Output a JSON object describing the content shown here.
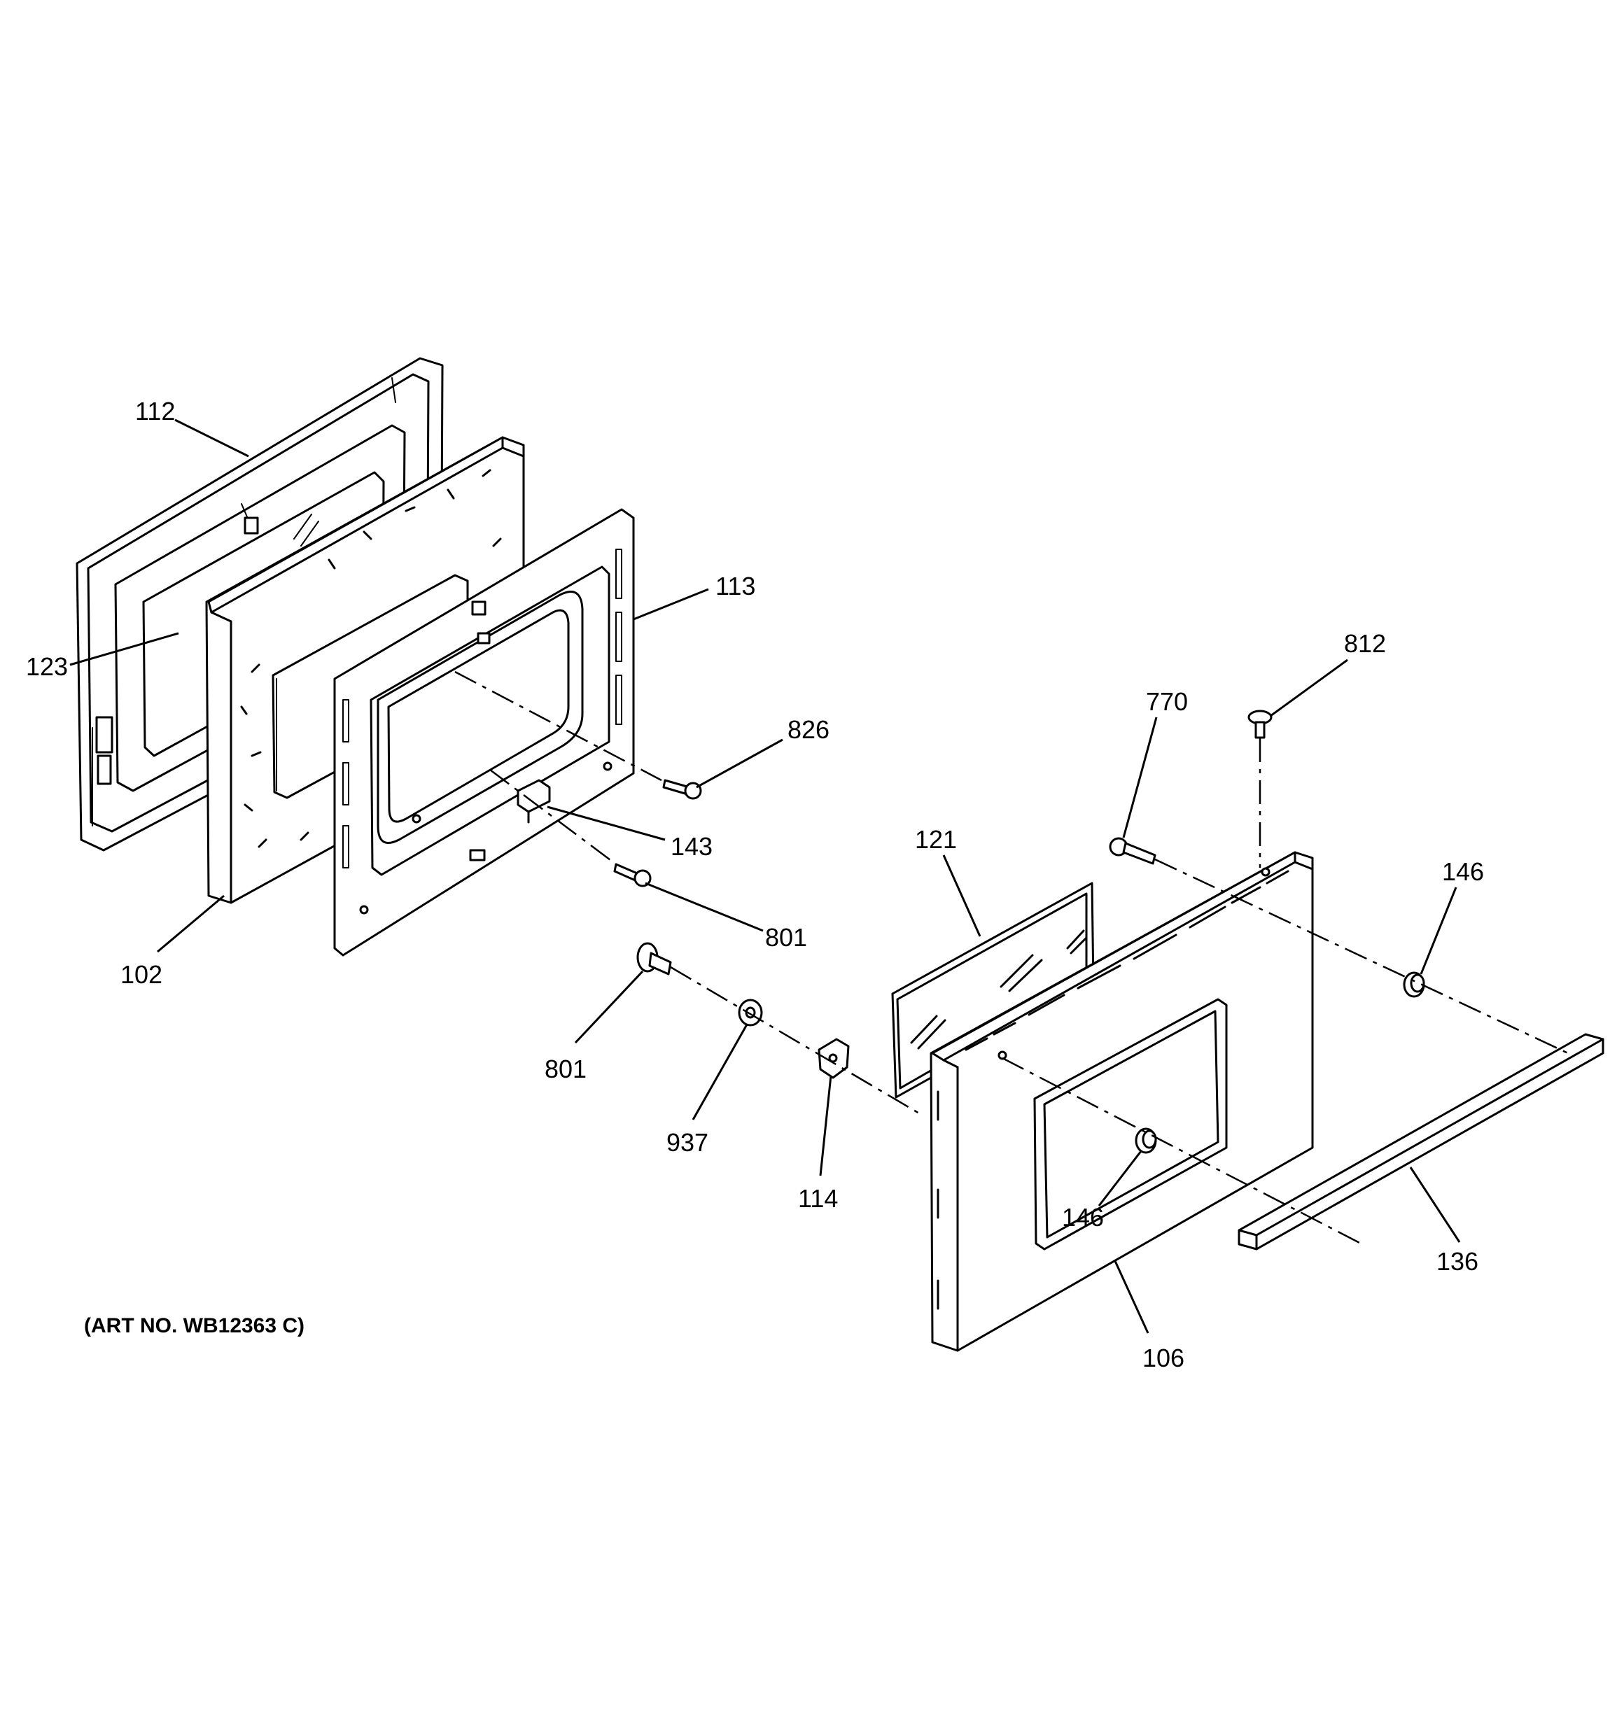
{
  "callouts": {
    "c112": "112",
    "c123": "123",
    "c102": "102",
    "c113": "113",
    "c826": "826",
    "c143": "143",
    "c801a": "801",
    "c801b": "801",
    "c937": "937",
    "c114": "114",
    "c121": "121",
    "c770": "770",
    "c812": "812",
    "c146a": "146",
    "c146b": "146",
    "c136": "136",
    "c106": "106"
  },
  "art_no": "(ART NO. WB12363 C)"
}
